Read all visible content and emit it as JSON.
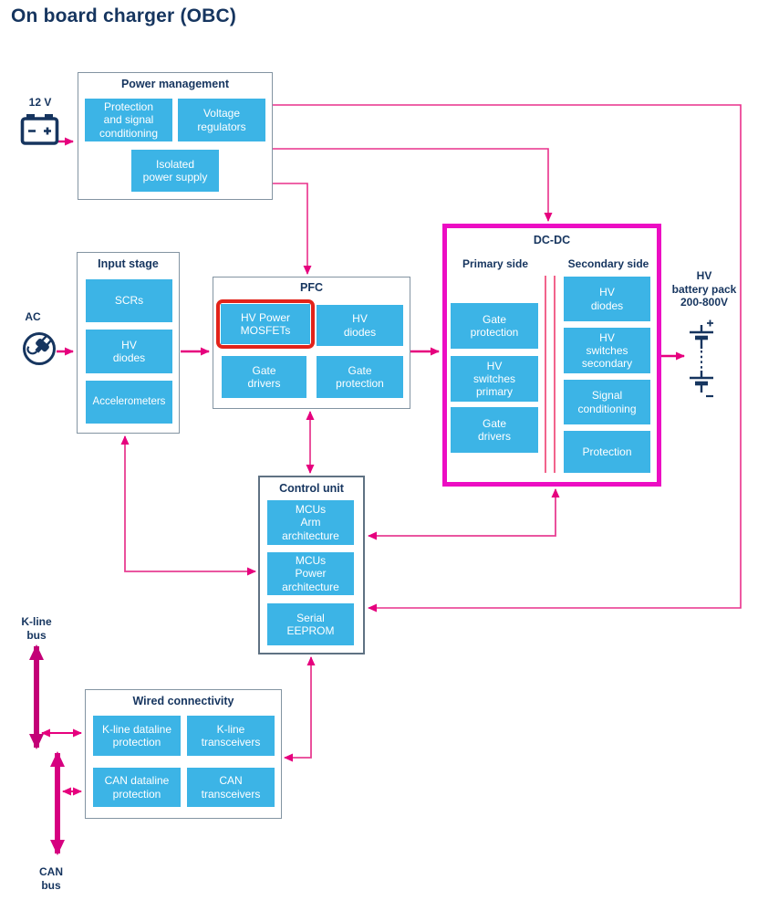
{
  "title": "On board charger (OBC)",
  "colors": {
    "box_cyan": "#3CB4E6",
    "text_navy": "#16355F",
    "arrow_pink": "#E6007E",
    "dcdc_border_magenta": "#EC0DC3",
    "highlight_red": "#E2231A",
    "kline_bus_arrow": "#C30077",
    "can_bus_arrow": "#D60080",
    "isolation_line_pink": "#F2648C",
    "block_border_gray": "#8394A2"
  },
  "icons": {
    "dc_battery": "battery-12v-icon",
    "ac_plug": "ac-plug-icon",
    "hv_battery": "hv-battery-symbol-icon"
  },
  "external": {
    "dc_input_label": "12 V",
    "ac_input_label": "AC",
    "hv_battery_label": "HV\nbattery pack\n200-800V",
    "kline_bus_label": "K-line\nbus",
    "can_bus_label": "CAN\nbus"
  },
  "blocks": {
    "power_management": {
      "title": "Power management",
      "items": [
        "Protection\nand signal\nconditioning",
        "Voltage\nregulators",
        "Isolated\npower supply"
      ]
    },
    "input_stage": {
      "title": "Input stage",
      "items": [
        "SCRs",
        "HV\ndiodes",
        "Accelerometers"
      ]
    },
    "pfc": {
      "title": "PFC",
      "items": [
        "HV Power\nMOSFETs",
        "HV\ndiodes",
        "Gate\ndrivers",
        "Gate\nprotection"
      ]
    },
    "dcdc": {
      "title": "DC-DC",
      "primary": {
        "title": "Primary side",
        "items": [
          "Gate\nprotection",
          "HV\nswitches\nprimary",
          "Gate\ndrivers"
        ]
      },
      "secondary": {
        "title": "Secondary side",
        "items": [
          "HV\ndiodes",
          "HV\nswitches\nsecondary",
          "Signal\nconditioning",
          "Protection"
        ]
      }
    },
    "control_unit": {
      "title": "Control unit",
      "items": [
        "MCUs\nArm\narchitecture",
        "MCUs\nPower\narchitecture",
        "Serial\nEEPROM"
      ]
    },
    "wired_connectivity": {
      "title": "Wired connectivity",
      "items": [
        "K-line dataline\nprotection",
        "K-line\ntransceivers",
        "CAN dataline\nprotection",
        "CAN\ntransceivers"
      ]
    }
  }
}
